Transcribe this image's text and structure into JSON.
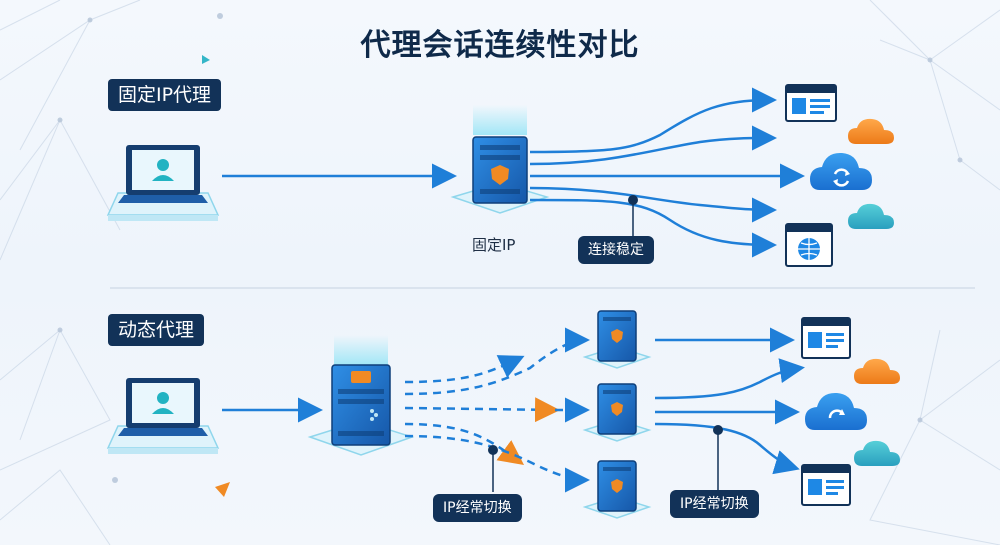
{
  "title": "代理会话连续性对比",
  "fixed_section": {
    "label": "固定IP代理",
    "server_caption": "固定IP",
    "callout": "连接稳定"
  },
  "dynamic_section": {
    "label": "动态代理",
    "callout_left": "IP经常切换",
    "callout_right": "IP经常切换"
  },
  "colors": {
    "navy": "#123258",
    "accent_blue": "#1e88e5",
    "arrow_blue": "#1f7fd8",
    "orange": "#f08a24",
    "teal": "#34b6c8"
  }
}
